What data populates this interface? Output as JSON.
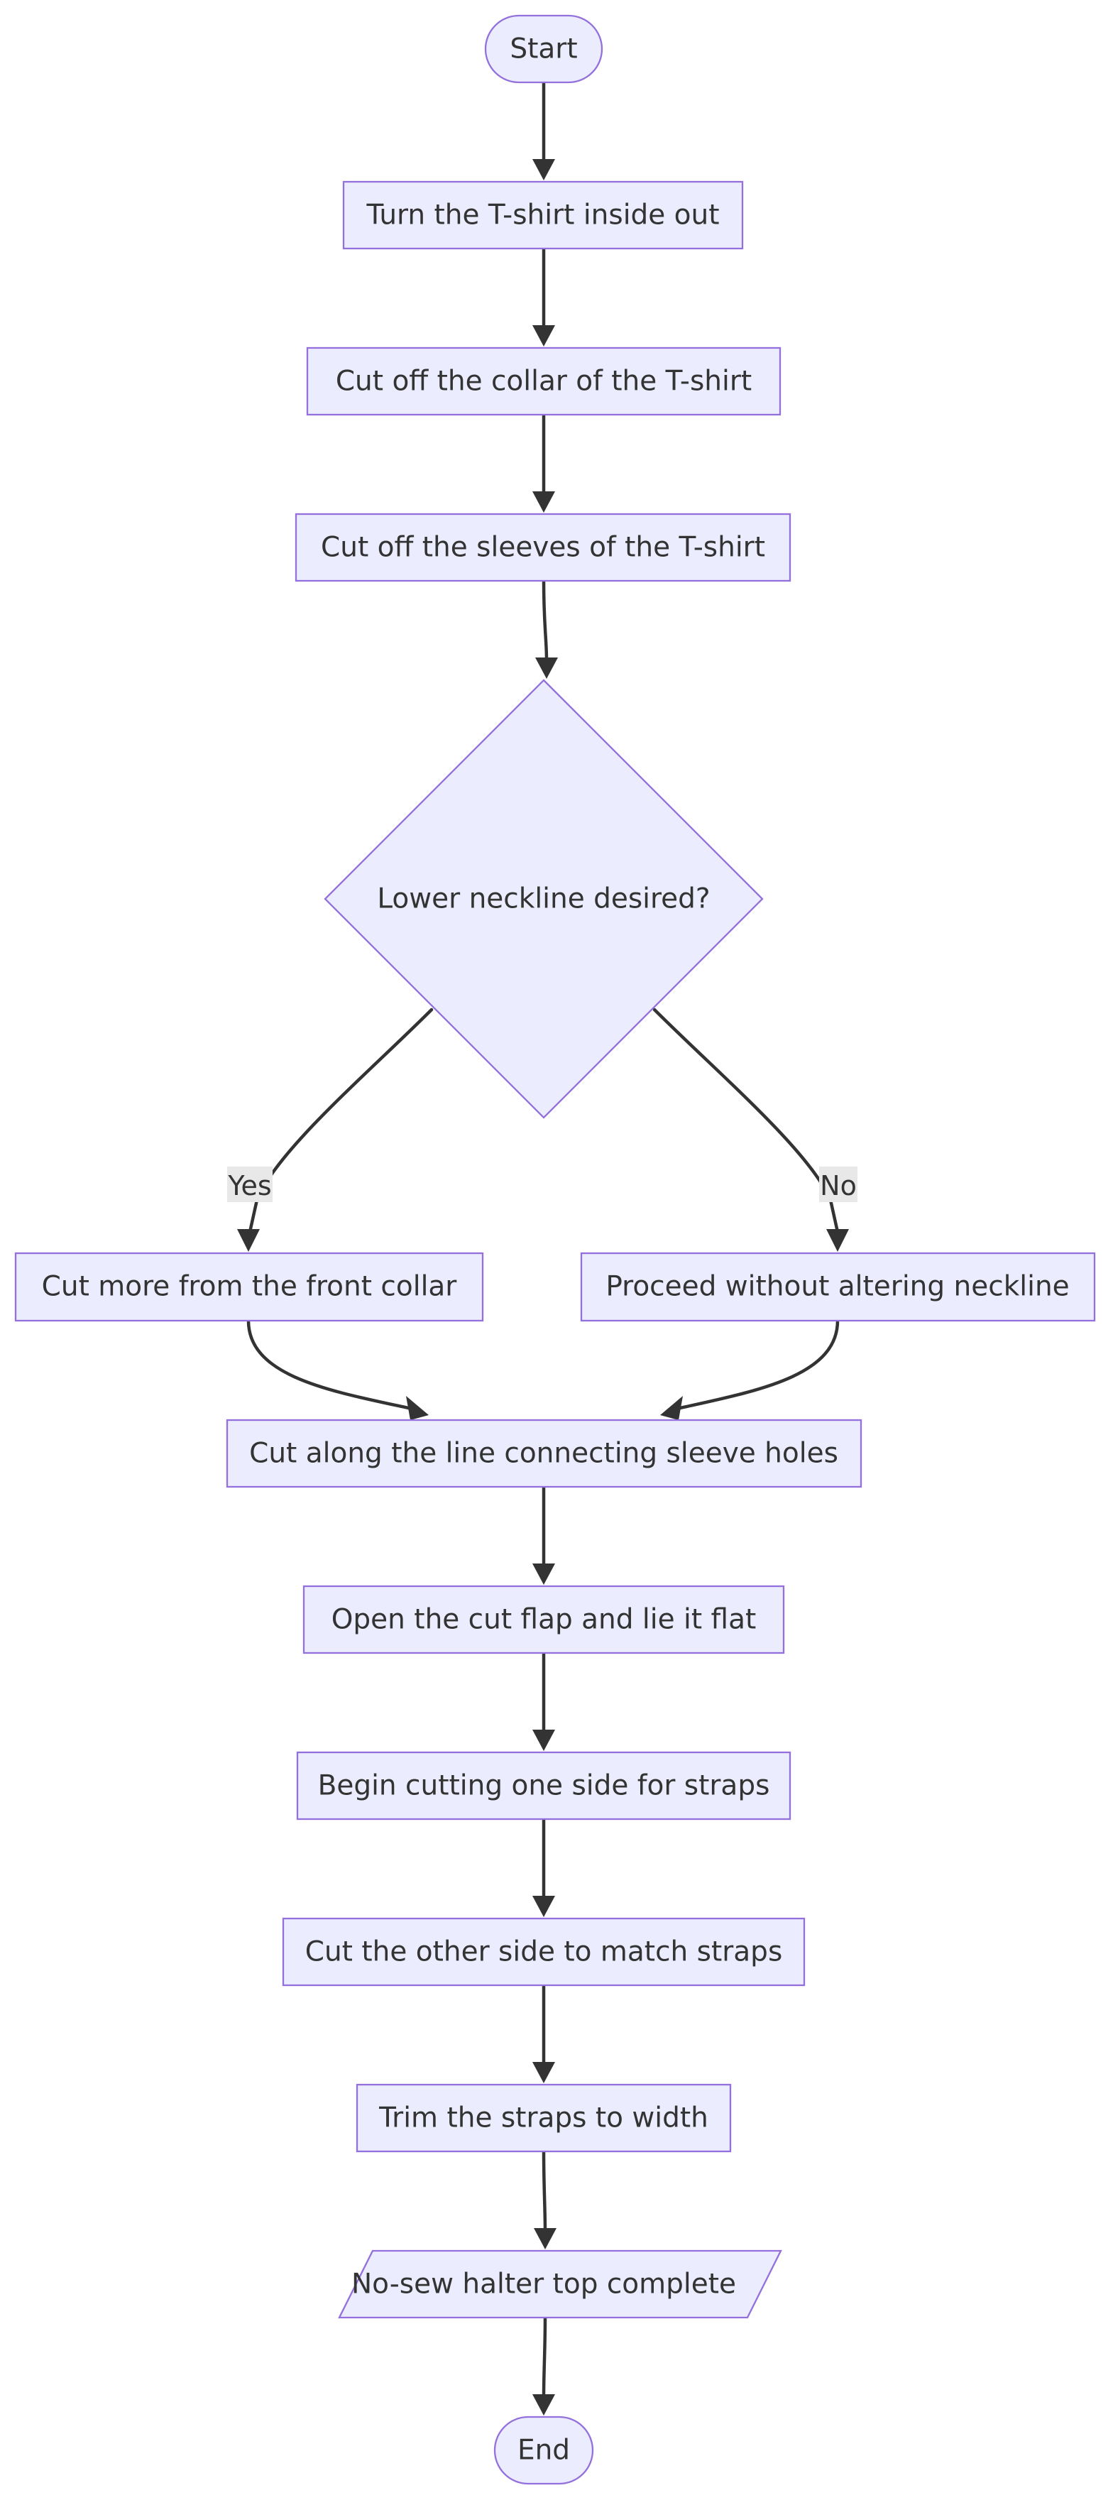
{
  "flowchart": {
    "nodes": [
      {
        "id": "start",
        "label": "Start",
        "shape": "terminal"
      },
      {
        "id": "inside_out",
        "label": "Turn the T-shirt inside out",
        "shape": "process"
      },
      {
        "id": "cut_collar",
        "label": "Cut off the collar of the T-shirt",
        "shape": "process"
      },
      {
        "id": "cut_sleeves",
        "label": "Cut off the sleeves of the T-shirt",
        "shape": "process"
      },
      {
        "id": "neckline_decision",
        "label": "Lower neckline desired?",
        "shape": "decision"
      },
      {
        "id": "cut_front",
        "label": "Cut more from the front collar",
        "shape": "process"
      },
      {
        "id": "proceed",
        "label": "Proceed without altering neckline",
        "shape": "process"
      },
      {
        "id": "cut_line",
        "label": "Cut along the line connecting sleeve holes",
        "shape": "process"
      },
      {
        "id": "open_flap",
        "label": "Open the cut flap and lie it flat",
        "shape": "process"
      },
      {
        "id": "begin_straps",
        "label": "Begin cutting one side for straps",
        "shape": "process"
      },
      {
        "id": "other_side",
        "label": "Cut the other side to match straps",
        "shape": "process"
      },
      {
        "id": "trim_straps",
        "label": "Trim the straps to width",
        "shape": "process"
      },
      {
        "id": "complete",
        "label": "No-sew halter top complete",
        "shape": "output"
      },
      {
        "id": "end",
        "label": "End",
        "shape": "terminal"
      }
    ],
    "edges": [
      {
        "from": "start",
        "to": "inside_out",
        "label": ""
      },
      {
        "from": "inside_out",
        "to": "cut_collar",
        "label": ""
      },
      {
        "from": "cut_collar",
        "to": "cut_sleeves",
        "label": ""
      },
      {
        "from": "cut_sleeves",
        "to": "neckline_decision",
        "label": ""
      },
      {
        "from": "neckline_decision",
        "to": "cut_front",
        "label": "Yes"
      },
      {
        "from": "neckline_decision",
        "to": "proceed",
        "label": "No"
      },
      {
        "from": "cut_front",
        "to": "cut_line",
        "label": ""
      },
      {
        "from": "proceed",
        "to": "cut_line",
        "label": ""
      },
      {
        "from": "cut_line",
        "to": "open_flap",
        "label": ""
      },
      {
        "from": "open_flap",
        "to": "begin_straps",
        "label": ""
      },
      {
        "from": "begin_straps",
        "to": "other_side",
        "label": ""
      },
      {
        "from": "other_side",
        "to": "trim_straps",
        "label": ""
      },
      {
        "from": "trim_straps",
        "to": "complete",
        "label": ""
      },
      {
        "from": "complete",
        "to": "end",
        "label": ""
      }
    ]
  }
}
